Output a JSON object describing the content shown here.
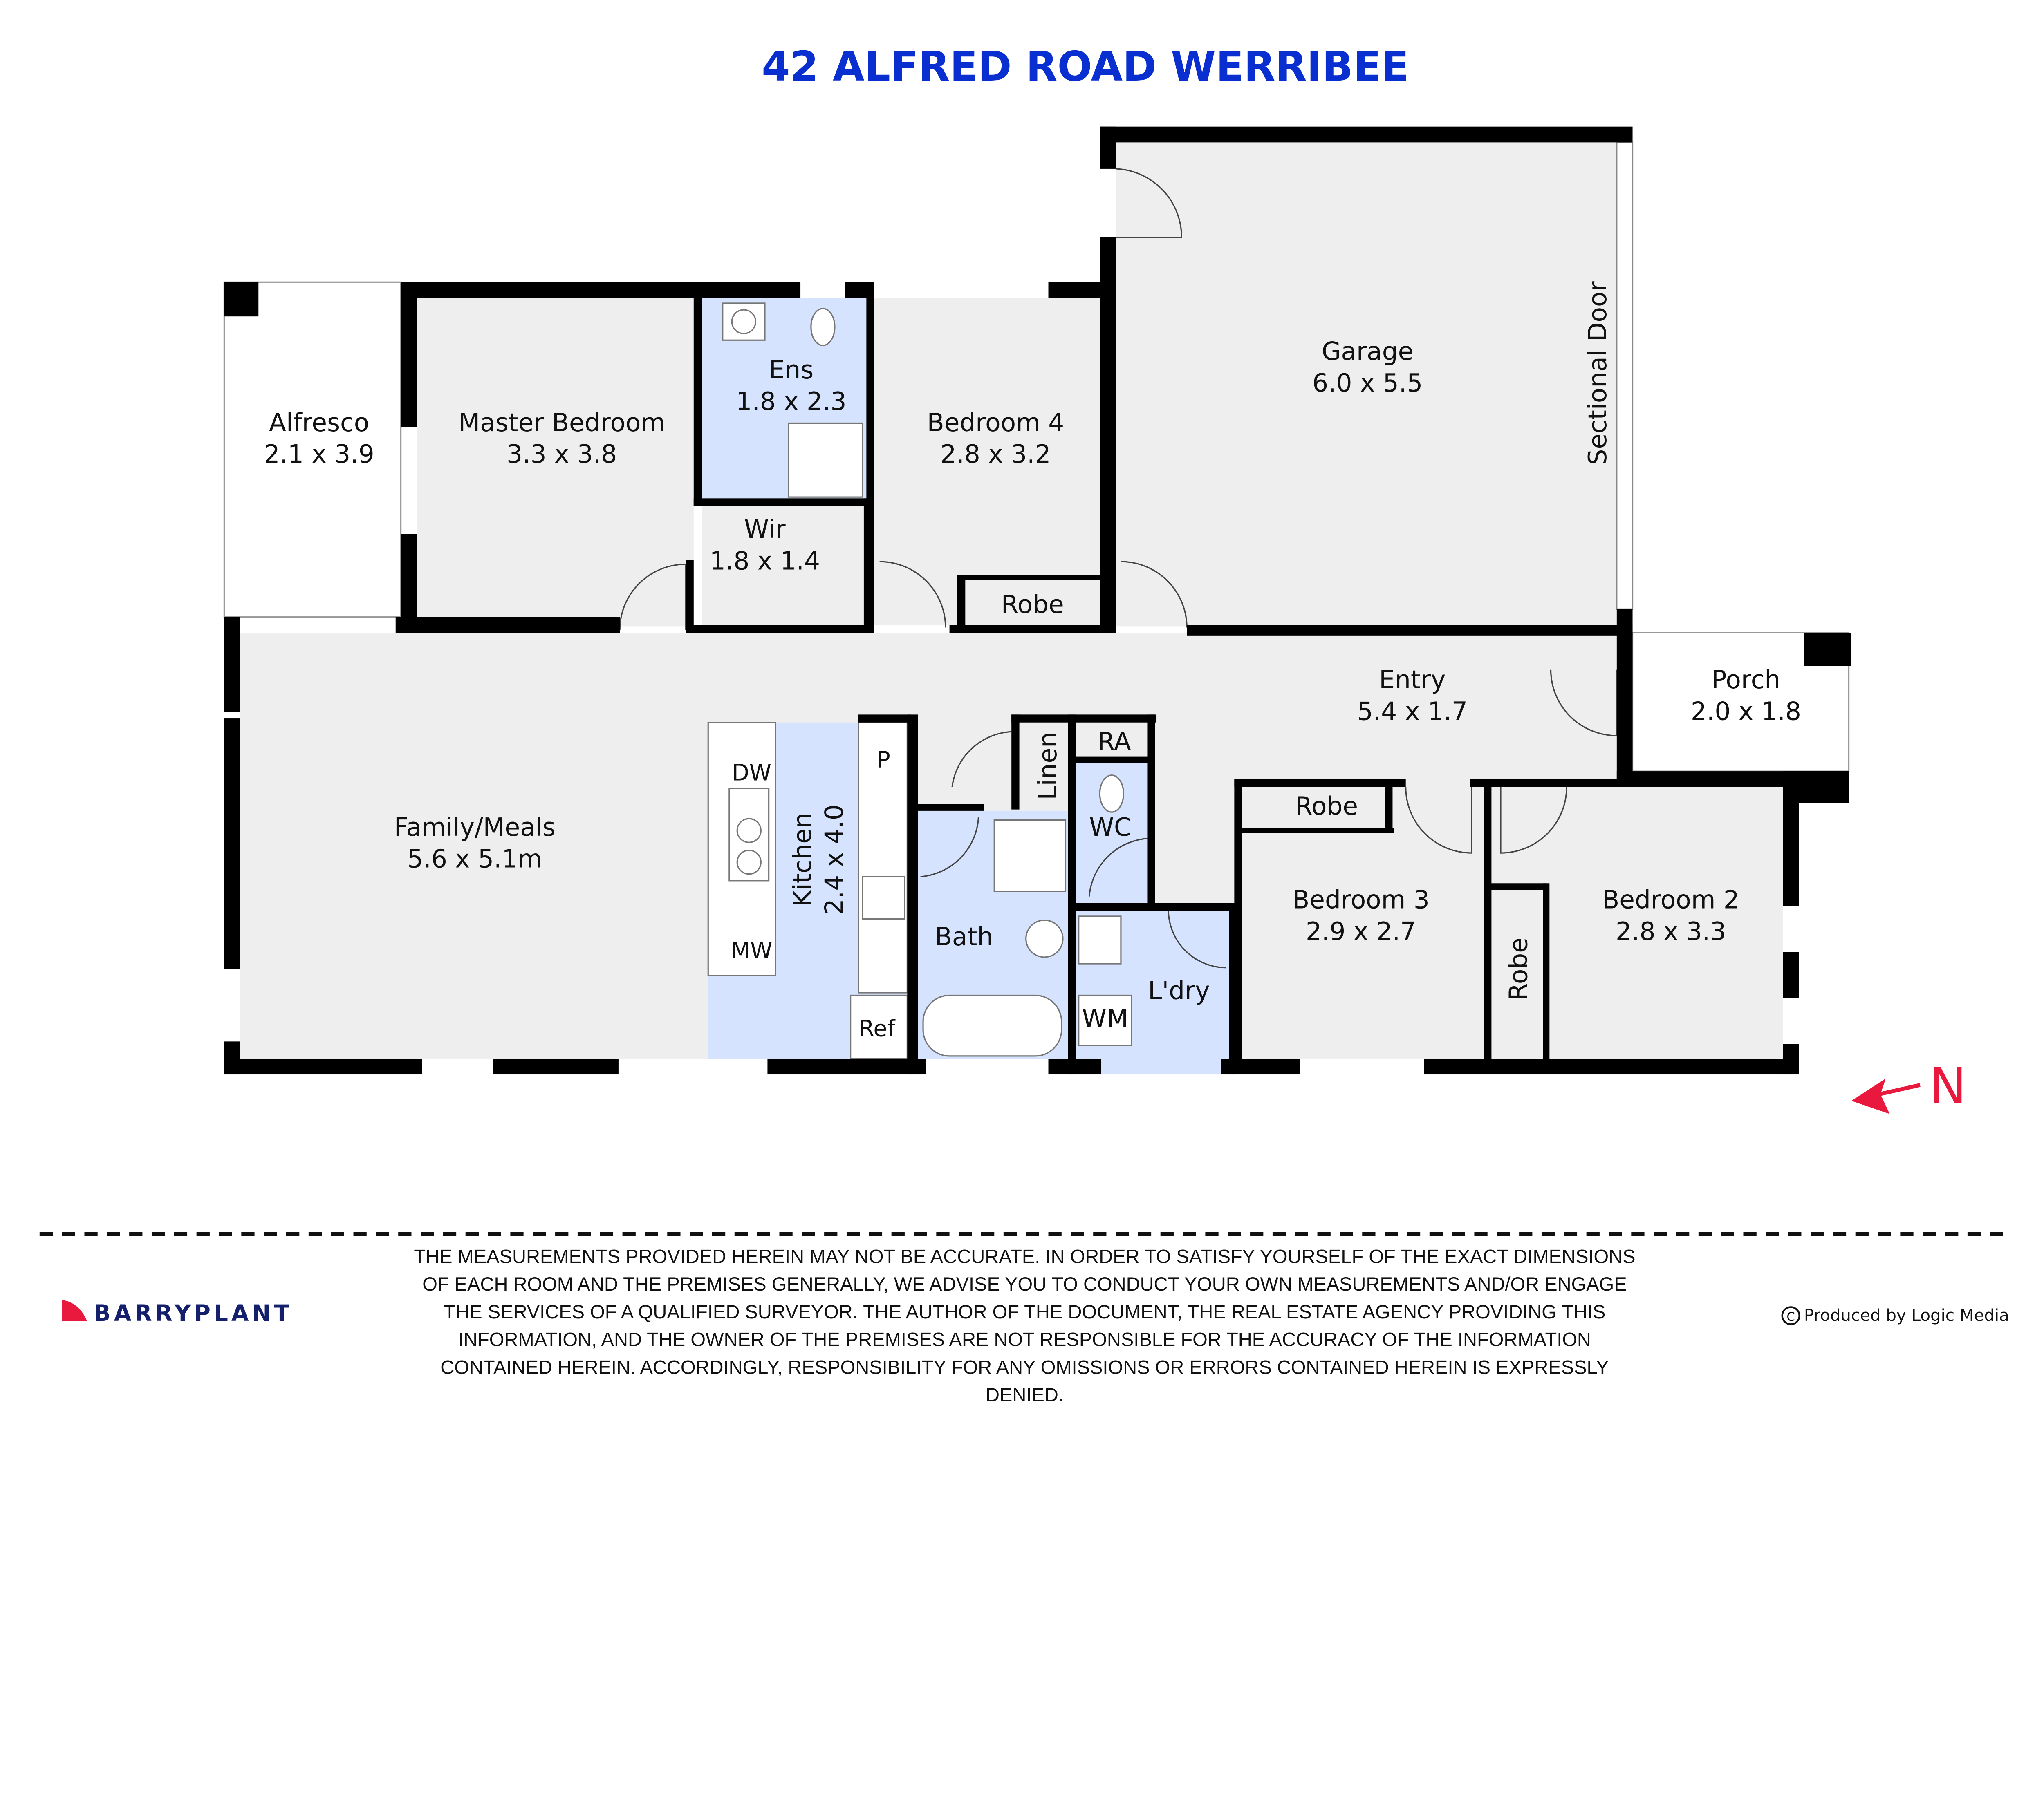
{
  "title": "42 ALFRED ROAD WERRIBEE",
  "colors": {
    "title": "#0a2fd0",
    "wall": "#000000",
    "room_fill": "#eeeeee",
    "wet_area_fill": "#d6e3ff",
    "north_arrow": "#e8193c",
    "logo_text": "#14206b",
    "logo_mark": "#e8193c"
  },
  "rooms": [
    {
      "name": "Alfresco",
      "size": "2.1 x 3.9"
    },
    {
      "name": "Master Bedroom",
      "size": "3.3 x 3.8"
    },
    {
      "name": "Ens",
      "size": "1.8 x 2.3"
    },
    {
      "name": "Wir",
      "size": "1.8 x 1.4"
    },
    {
      "name": "Bedroom 4",
      "size": "2.8 x 3.2"
    },
    {
      "name": "Garage",
      "size": "6.0 x 5.5"
    },
    {
      "name": "Entry",
      "size": "5.4 x 1.7"
    },
    {
      "name": "Porch",
      "size": "2.0 x 1.8"
    },
    {
      "name": "Family/Meals",
      "size": "5.6 x 5.1m"
    },
    {
      "name": "Kitchen",
      "size": "2.4 x 4.0"
    },
    {
      "name": "Bath",
      "size": ""
    },
    {
      "name": "L'dry",
      "size": ""
    },
    {
      "name": "Bedroom 3",
      "size": "2.9 x 2.7"
    },
    {
      "name": "Bedroom 2",
      "size": "2.8 x 3.3"
    }
  ],
  "labels": {
    "sectional_door": "Sectional Door",
    "robe_bed4": "Robe",
    "robe_bed3": "Robe",
    "robe_bed2": "Robe",
    "linen": "Linen",
    "ra": "RA",
    "wc": "WC",
    "dw": "DW",
    "mw": "MW",
    "pantry": "P",
    "ref": "Ref",
    "wm": "WM"
  },
  "north": {
    "label": "N",
    "icon": "north-arrow-icon",
    "direction": "left"
  },
  "disclaimer": [
    "THE MEASUREMENTS PROVIDED HEREIN MAY NOT BE ACCURATE. IN ORDER TO SATISFY YOURSELF OF THE EXACT DIMENSIONS",
    "OF EACH ROOM AND THE PREMISES GENERALLY, WE ADVISE YOU TO CONDUCT YOUR OWN MEASUREMENTS AND/OR ENGAGE",
    "THE SERVICES OF A QUALIFIED SURVEYOR. THE AUTHOR OF THE DOCUMENT, THE REAL ESTATE AGENCY PROVIDING THIS",
    "INFORMATION, AND THE OWNER OF THE PREMISES ARE NOT RESPONSIBLE FOR THE ACCURACY OF THE INFORMATION",
    "CONTAINED HEREIN. ACCORDINGLY, RESPONSIBILITY FOR ANY OMISSIONS OR ERRORS CONTAINED HEREIN IS EXPRESSLY",
    "DENIED."
  ],
  "logo": "BARRYPLANT",
  "credit": "Produced by Logic Media"
}
